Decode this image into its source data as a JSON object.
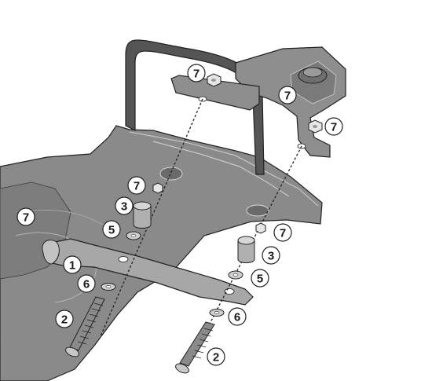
{
  "callouts": [
    {
      "label": "7"
    },
    {
      "label": "7"
    },
    {
      "label": "7"
    },
    {
      "label": "7"
    },
    {
      "label": "3"
    },
    {
      "label": "5"
    },
    {
      "label": "7"
    },
    {
      "label": "7"
    },
    {
      "label": "3"
    },
    {
      "label": "5"
    },
    {
      "label": "1"
    },
    {
      "label": "6"
    },
    {
      "label": "6"
    },
    {
      "label": "2"
    },
    {
      "label": "2"
    }
  ],
  "colors": {
    "body_fill": "#8a8a8a",
    "body_dark": "#6e6e6e",
    "bracket_fill": "#a7a7a7",
    "handle_fill": "#555555",
    "outline": "#222222",
    "callout_fill": "#ffffff"
  }
}
